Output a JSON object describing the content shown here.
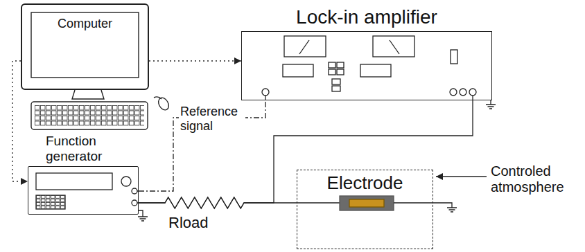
{
  "diagram": {
    "nodes": [
      {
        "text": [
          "Computer"
        ]
      },
      {
        "text": [
          "Lock-in amplifier"
        ]
      },
      {
        "text": [
          "Function generator"
        ]
      },
      {
        "text": [
          "Electrode"
        ]
      }
    ],
    "edges": [
      {
        "from": 0,
        "to": 1,
        "arrow": "to"
      },
      {
        "from": 0,
        "to": 2,
        "arrow": "to"
      },
      {
        "from": 2,
        "to": 1,
        "arrow": "none",
        "label": "Reference signal"
      },
      {
        "from": 2,
        "to": 3,
        "arrow": "none"
      },
      {
        "from": 2,
        "to": 1,
        "arrow": "none"
      }
    ],
    "labels": [
      "Rload",
      "Controled atmosphere"
    ]
  }
}
